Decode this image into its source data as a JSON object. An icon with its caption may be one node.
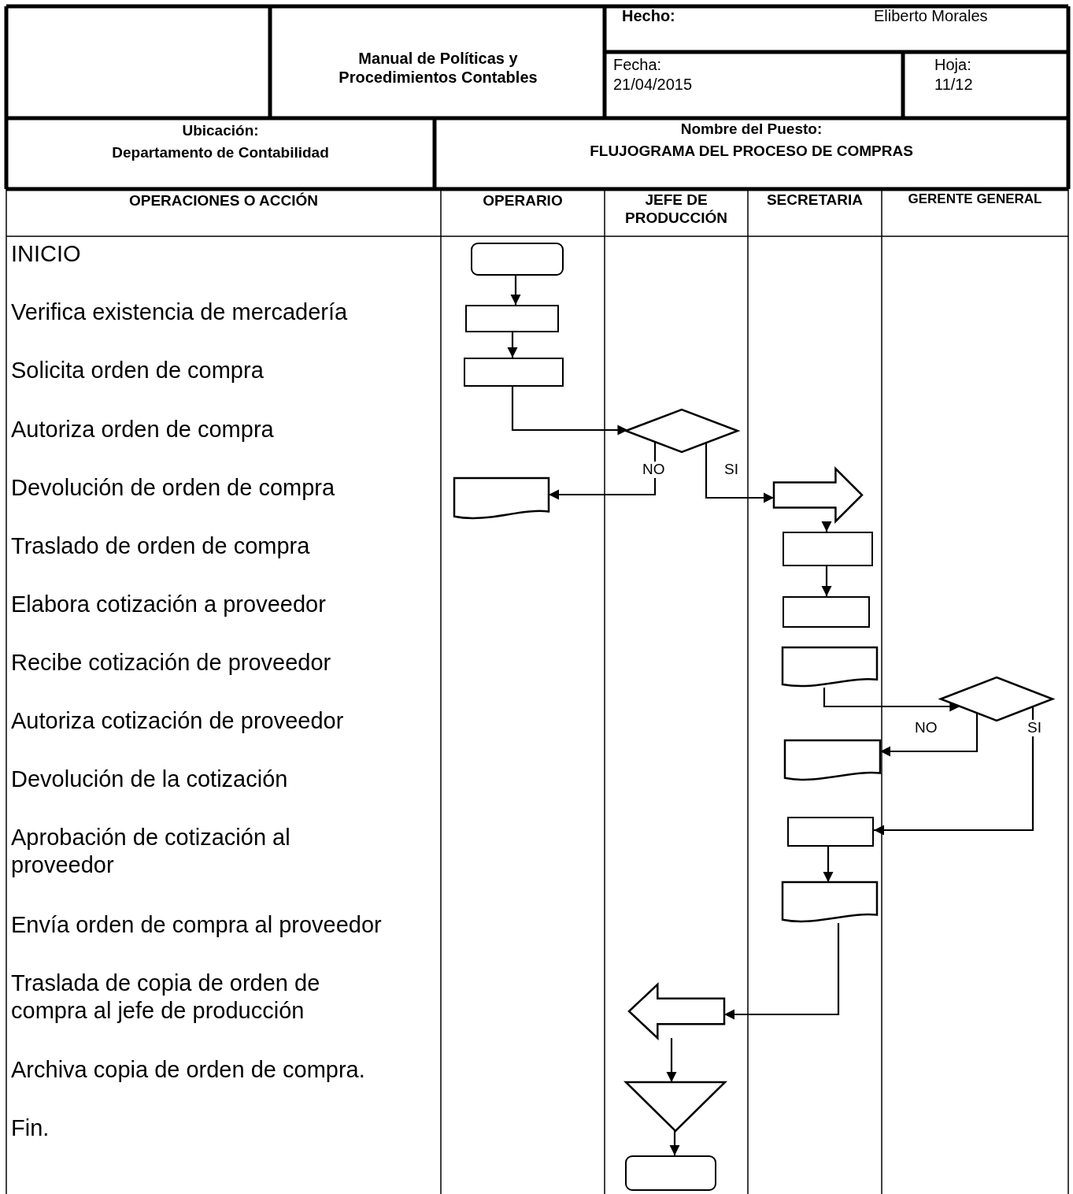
{
  "diagram": {
    "nodes": [
      {
        "text": [],
        "shape": "terminal"
      },
      {
        "text": [],
        "shape": "box"
      },
      {
        "text": [],
        "shape": "box"
      },
      {
        "text": [],
        "shape": "diamond"
      },
      {
        "text": [],
        "shape": "document"
      },
      {
        "text": [],
        "shape": "arrow"
      },
      {
        "text": [],
        "shape": "box"
      },
      {
        "text": [],
        "shape": "box"
      },
      {
        "text": [],
        "shape": "document"
      },
      {
        "text": [],
        "shape": "diamond"
      },
      {
        "text": [],
        "shape": "document"
      },
      {
        "text": [],
        "shape": "box"
      },
      {
        "text": [],
        "shape": "document"
      },
      {
        "text": [],
        "shape": "arrow"
      },
      {
        "text": [],
        "shape": "triangle"
      },
      {
        "text": [],
        "shape": "terminal"
      }
    ],
    "edges": [
      {
        "from": 0,
        "to": 1,
        "arrow": "to"
      },
      {
        "from": 1,
        "to": 2,
        "arrow": "to"
      },
      {
        "from": 2,
        "to": 3,
        "arrow": "to"
      },
      {
        "from": 3,
        "to": 4,
        "arrow": "to",
        "label": "NO"
      },
      {
        "from": 3,
        "to": 5,
        "arrow": "to",
        "label": "SI"
      },
      {
        "from": 5,
        "to": 6,
        "arrow": "to"
      },
      {
        "from": 6,
        "to": 7,
        "arrow": "to"
      },
      {
        "from": 8,
        "to": 9,
        "arrow": "to"
      },
      {
        "from": 9,
        "to": 10,
        "arrow": "to",
        "label": "NO"
      },
      {
        "from": 9,
        "to": 11,
        "arrow": "to",
        "label": "SI"
      },
      {
        "from": 11,
        "to": 12,
        "arrow": "to"
      },
      {
        "from": 12,
        "to": 13,
        "arrow": "to"
      },
      {
        "from": 13,
        "to": 14,
        "arrow": "to"
      },
      {
        "from": 14,
        "to": 15,
        "arrow": "to"
      }
    ],
    "labels": [
      "Manual de Políticas y Procedimientos Contables",
      "Hecho:",
      "Eliberto Morales",
      "Fecha:",
      "21/04/2015",
      "Hoja:",
      "11/12",
      "Ubicación:",
      "Departamento de Contabilidad",
      "Nombre del Puesto:",
      "FLUJOGRAMA DEL PROCESO DE COMPRAS",
      "OPERACIONES O ACCIÓN",
      "OPERARIO",
      "JEFE DE PRODUCCIÓN",
      "SECRETARIA",
      "GERENTE GENERAL",
      "INICIO",
      "Verifica existencia de mercadería",
      "Solicita orden de compra",
      "Autoriza orden de compra",
      "Devolución de orden de compra",
      "Traslado de orden de compra",
      "Elabora cotización a proveedor",
      "Recibe cotización de proveedor",
      "Autoriza cotización de proveedor",
      "Devolución de la cotización",
      "Aprobación de cotización al proveedor",
      "Envía orden de compra al proveedor",
      "Traslada de copia de orden de compra al jefe de producción",
      "Archiva copia de orden de compra.",
      "Fin."
    ]
  }
}
